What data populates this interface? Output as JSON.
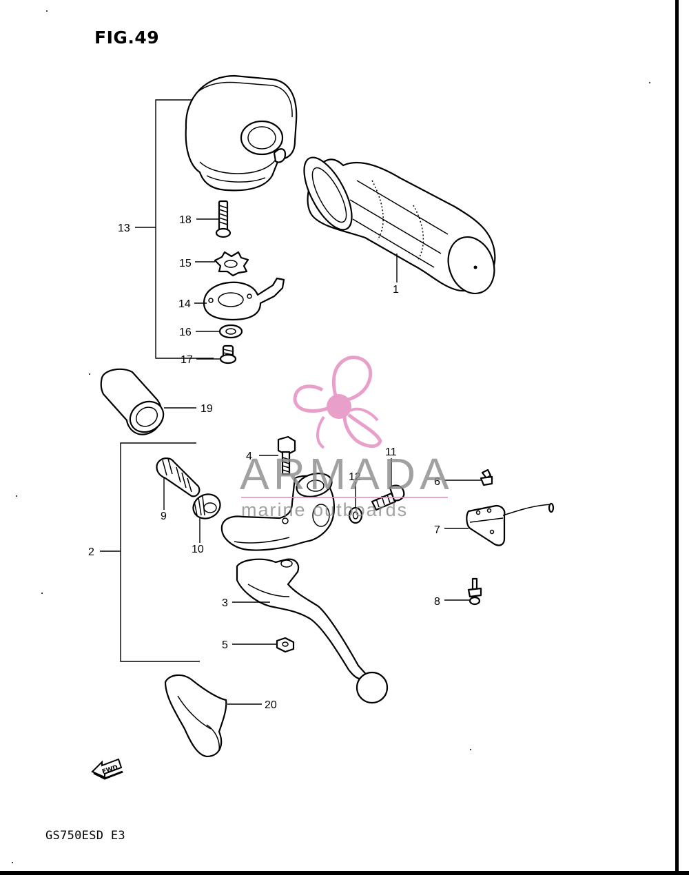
{
  "figure": {
    "title": "FIG.49",
    "model_code": "GS750ESD  E3",
    "fwd_label": "FWD"
  },
  "watermark": {
    "brand": "ARMADA",
    "tagline": "marine outboards",
    "logo_color": "#e58fc0"
  },
  "callouts": [
    {
      "id": "1",
      "label": "1"
    },
    {
      "id": "2",
      "label": "2"
    },
    {
      "id": "3",
      "label": "3"
    },
    {
      "id": "4",
      "label": "4"
    },
    {
      "id": "5",
      "label": "5"
    },
    {
      "id": "6",
      "label": "6"
    },
    {
      "id": "7",
      "label": "7"
    },
    {
      "id": "8",
      "label": "8"
    },
    {
      "id": "9",
      "label": "9"
    },
    {
      "id": "10",
      "label": "10"
    },
    {
      "id": "11",
      "label": "11"
    },
    {
      "id": "12",
      "label": "12"
    },
    {
      "id": "13",
      "label": "13"
    },
    {
      "id": "14",
      "label": "14"
    },
    {
      "id": "15",
      "label": "15"
    },
    {
      "id": "16",
      "label": "16"
    },
    {
      "id": "17",
      "label": "17"
    },
    {
      "id": "18",
      "label": "18"
    },
    {
      "id": "19",
      "label": "19"
    },
    {
      "id": "20",
      "label": "20"
    }
  ]
}
